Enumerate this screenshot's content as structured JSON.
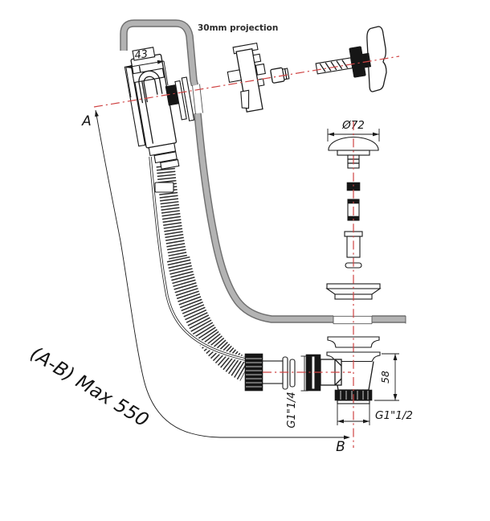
{
  "diagram": {
    "type": "technical-exploded-drawing",
    "subject": "bath-waste-and-overflow-kit",
    "labels": {
      "projection": "30mm projection",
      "overflow_width": "43",
      "point_a": "A",
      "plug_diameter": "Ø72",
      "ab_max": "(A-B) Max 550",
      "inlet_thread": "G1\"1/4",
      "waste_height": "58",
      "outlet_thread": "G1\"1/2",
      "point_b": "B"
    },
    "colors": {
      "line": "#1a1a1a",
      "parts-dark": "#161616",
      "bath-fill": "#b3b3b3",
      "bath-edge": "#6f6f6f",
      "centerline": "#cf4343",
      "hole-edge": "#555555",
      "background": "#ffffff"
    }
  }
}
